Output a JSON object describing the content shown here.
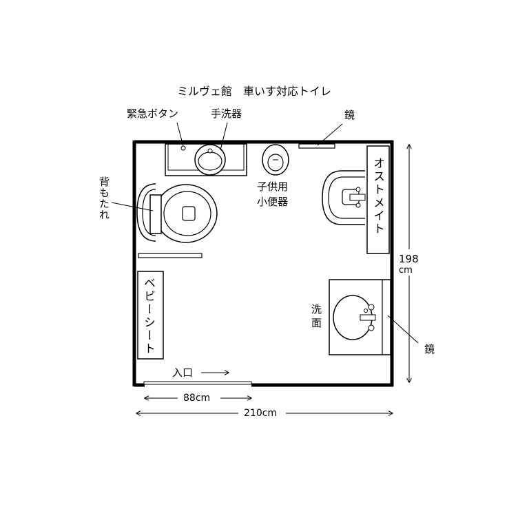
{
  "title": "ミルヴェ館　車いす対応トイレ",
  "labels": {
    "emergency_button": "緊急ボタン",
    "hand_wash": "手洗器",
    "mirror_top": "鏡",
    "backrest": "背もたれ",
    "child_urinal_1": "子供用",
    "child_urinal_2": "小便器",
    "ostomate": "オストメイト",
    "washbasin_1": "洗",
    "washbasin_2": "面",
    "mirror_right": "鏡",
    "baby_seat": "ベビーシート",
    "entrance": "入口"
  },
  "dimensions": {
    "height_value": "198",
    "height_unit": "cm",
    "door_width": "88cm",
    "room_width": "210cm"
  }
}
